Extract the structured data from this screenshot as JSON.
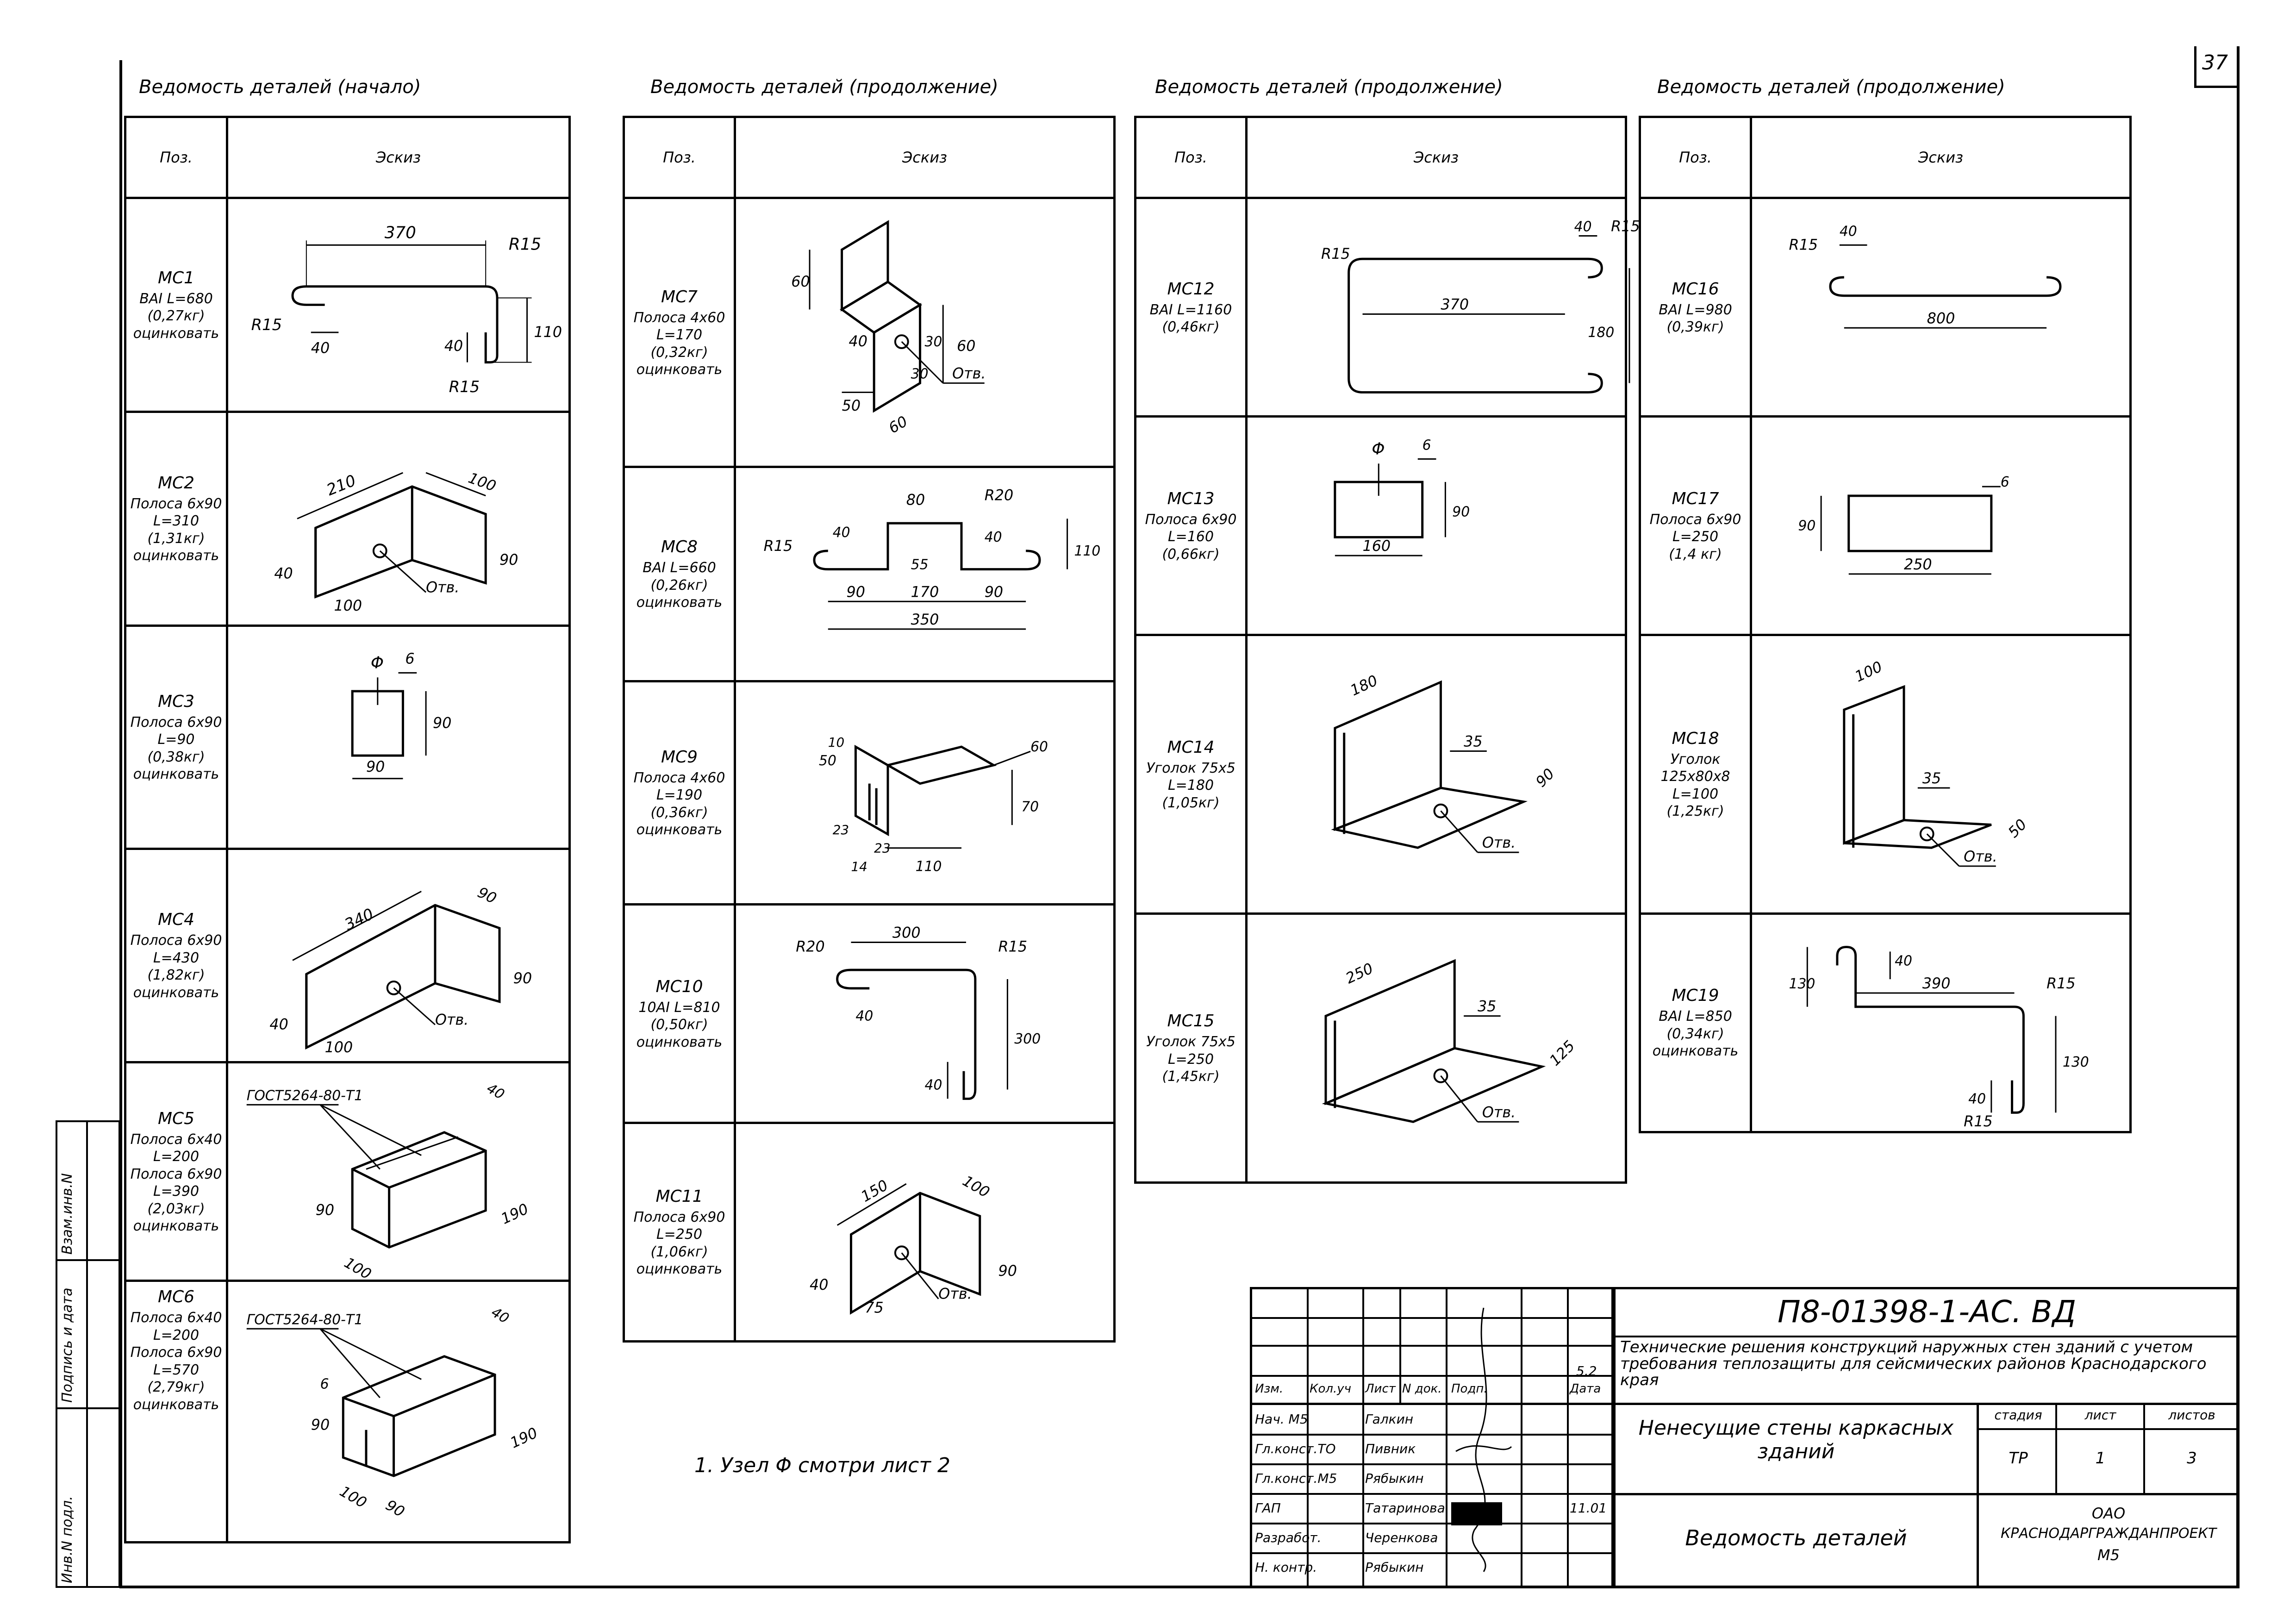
{
  "sheet_number": "37",
  "note": "1. Узел Φ смотри лист 2",
  "headers": {
    "pos": "Поз.",
    "sketch": "Эскиз"
  },
  "tables": [
    {
      "title": "Ведомость деталей (начало)",
      "rows": [
        {
          "mark": "МС1",
          "lines": [
            "ВАI L=680",
            "(0,27кг)",
            "оцинковать"
          ],
          "sketch": "mc1",
          "dims": [
            "370",
            "R15",
            "R15",
            "40",
            "40",
            "110",
            "R15"
          ]
        },
        {
          "mark": "МС2",
          "lines": [
            "Полоса 6х90",
            "L=310",
            "(1,31кг)",
            "оцинковать"
          ],
          "sketch": "mc2",
          "dims": [
            "210",
            "100",
            "40",
            "100",
            "90",
            "Отв."
          ]
        },
        {
          "mark": "МС3",
          "lines": [
            "Полоса 6х90",
            "L=90",
            "(0,38кг)",
            "оцинковать"
          ],
          "sketch": "mc3",
          "dims": [
            "Φ",
            "6",
            "90",
            "90"
          ]
        },
        {
          "mark": "МС4",
          "lines": [
            "Полоса 6х90",
            "L=430",
            "(1,82кг)",
            "оцинковать"
          ],
          "sketch": "mc4",
          "dims": [
            "340",
            "90",
            "40",
            "100",
            "90",
            "Отв."
          ]
        },
        {
          "mark": "МС5",
          "lines": [
            "Полоса 6х40",
            "L=200",
            "Полоса 6х90",
            "L=390",
            "(2,03кг)",
            "оцинковать"
          ],
          "sketch": "mc5",
          "dims": [
            "ГОСТ5264-80-Т1",
            "40",
            "90",
            "100",
            "190"
          ]
        },
        {
          "mark": "МС6",
          "lines": [
            "Полоса 6х40",
            "L=200",
            "Полоса 6х90",
            "L=570",
            "(2,79кг)",
            "оцинковать"
          ],
          "sketch": "mc6",
          "dims": [
            "ГОСТ5264-80-Т1",
            "40",
            "6",
            "90",
            "100",
            "90",
            "190"
          ]
        }
      ]
    },
    {
      "title": "Ведомость деталей (продолжение)",
      "rows": [
        {
          "mark": "МС7",
          "lines": [
            "Полоса 4х60",
            "L=170",
            "(0,32кг)",
            "",
            "оцинковать"
          ],
          "sketch": "mc7",
          "dims": [
            "60",
            "40",
            "60",
            "30",
            "30",
            "50",
            "60",
            "Отв."
          ]
        },
        {
          "mark": "МС8",
          "lines": [
            "ВАI L=660",
            "(0,26кг)",
            "оцинковать"
          ],
          "sketch": "mc8",
          "dims": [
            "80",
            "R20",
            "R15",
            "40",
            "55",
            "40",
            "110",
            "90",
            "170",
            "90",
            "350"
          ]
        },
        {
          "mark": "МС9",
          "lines": [
            "Полоса 4х60",
            "L=190",
            "(0,36кг)",
            "оцинковать"
          ],
          "sketch": "mc9",
          "dims": [
            "10",
            "50",
            "60",
            "70",
            "23",
            "23",
            "14",
            "110"
          ]
        },
        {
          "mark": "МС10",
          "lines": [
            "10АI L=810",
            "(0,50кг)",
            "оцинковать"
          ],
          "sketch": "mc10",
          "dims": [
            "R20",
            "300",
            "R15",
            "40",
            "300",
            "40"
          ]
        },
        {
          "mark": "МС11",
          "lines": [
            "Полоса 6х90",
            "L=250",
            "(1,06кг)",
            "оцинковать"
          ],
          "sketch": "mc11",
          "dims": [
            "150",
            "100",
            "40",
            "75",
            "90",
            "Отв."
          ]
        }
      ]
    },
    {
      "title": "Ведомость деталей (продолжение)",
      "rows": [
        {
          "mark": "МС12",
          "lines": [
            "ВАI L=1160",
            "(0,46кг)"
          ],
          "sketch": "mc12",
          "dims": [
            "R15",
            "40",
            "R15",
            "370",
            "180"
          ]
        },
        {
          "mark": "МС13",
          "lines": [
            "Полоса 6х90",
            "L=160",
            "(0,66кг)"
          ],
          "sketch": "mc13",
          "dims": [
            "Φ",
            "6",
            "90",
            "160"
          ]
        },
        {
          "mark": "МС14",
          "lines": [
            "Уголок 75х5",
            "L=180",
            "(1,05кг)"
          ],
          "sketch": "mc14",
          "dims": [
            "180",
            "35",
            "90",
            "Отв."
          ]
        },
        {
          "mark": "МС15",
          "lines": [
            "Уголок 75х5",
            "L=250",
            "(1,45кг)"
          ],
          "sketch": "mc15",
          "dims": [
            "250",
            "35",
            "125",
            "Отв."
          ]
        }
      ]
    },
    {
      "title": "Ведомость деталей (продолжение)",
      "rows": [
        {
          "mark": "МС16",
          "lines": [
            "ВАI L=980",
            "(0,39кг)"
          ],
          "sketch": "mc16",
          "dims": [
            "R15",
            "40",
            "800"
          ]
        },
        {
          "mark": "МС17",
          "lines": [
            "Полоса 6х90",
            "L=250",
            "(1,4 кг)"
          ],
          "sketch": "mc17",
          "dims": [
            "6",
            "90",
            "250"
          ]
        },
        {
          "mark": "МС18",
          "lines": [
            "Уголок 125х80х8",
            "L=100",
            "(1,25кг)"
          ],
          "sketch": "mc18",
          "dims": [
            "100",
            "35",
            "50",
            "Отв."
          ]
        },
        {
          "mark": "МС19",
          "lines": [
            "ВАI L=850",
            "(0,34кг)",
            "оцинковать"
          ],
          "sketch": "mc19",
          "dims": [
            "130",
            "40",
            "390",
            "R15",
            "130",
            "40",
            "R15"
          ]
        }
      ]
    }
  ],
  "stamp": {
    "code": "П8-01398-1-АС. ВД",
    "description": "Технические решения конструкций наружных стен зданий с учетом требования теплозащиты для сейсмических районов Краснодарского края",
    "subject": "Ненесущие стены каркасных зданий",
    "doc_name": "Ведомость деталей",
    "stage_label": "стадия",
    "sheet_label": "лист",
    "sheets_label": "листов",
    "stage": "ТР",
    "sheet": "1",
    "sheets": "3",
    "org_line1": "ОАО",
    "org_line2": "КРАСНОДАРГРАЖДАНПРОЕКТ",
    "org_line3": "М5",
    "date_mark": "5.2",
    "sign_date": "11.01",
    "col_headers": [
      "Изм.",
      "Кол.уч",
      "Лист",
      "N док.",
      "Подп.",
      "Дата"
    ],
    "roles": [
      {
        "role": "Нач. М5",
        "name": "Галкин"
      },
      {
        "role": "Гл.конст.ТО",
        "name": "Пивник"
      },
      {
        "role": "Гл.конст.М5",
        "name": "Рябыкин"
      },
      {
        "role": "ГАП",
        "name": "Татаринова"
      },
      {
        "role": "Разработ.",
        "name": "Черенкова"
      },
      {
        "role": "Н. контр.",
        "name": "Рябыкин"
      }
    ]
  },
  "side_strip": [
    "Инв.N подл.",
    "Подпись и дата",
    "Взам.инв.N"
  ]
}
